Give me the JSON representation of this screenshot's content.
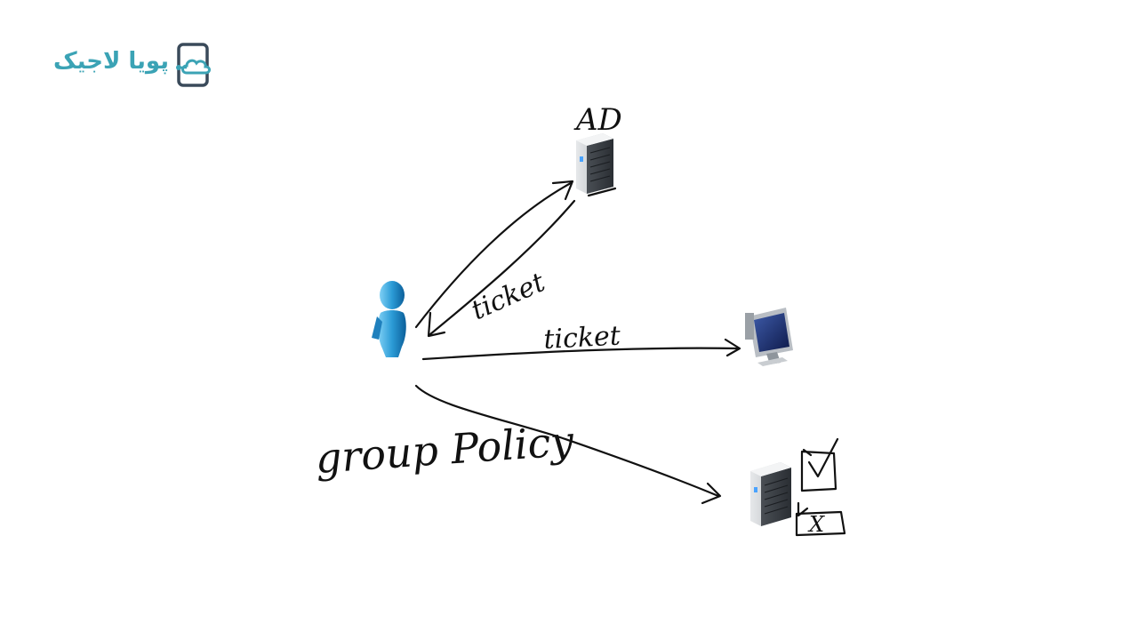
{
  "logo": {
    "text": "پویا لاجیک",
    "color": "#3ba3b5",
    "icon": "cloud-tablet-icon"
  },
  "labels": {
    "ad": "AD",
    "ticket_return": "ticket",
    "ticket_forward": "ticket",
    "group_policy": "group Policy",
    "allow_mark": "✓",
    "deny_mark": "X"
  },
  "nodes": [
    {
      "id": "user",
      "icon": "user-icon",
      "color": "#2b9bd6"
    },
    {
      "id": "ad-server",
      "icon": "server-icon"
    },
    {
      "id": "workstation",
      "icon": "monitor-icon"
    },
    {
      "id": "file-server",
      "icon": "server-icon"
    }
  ]
}
